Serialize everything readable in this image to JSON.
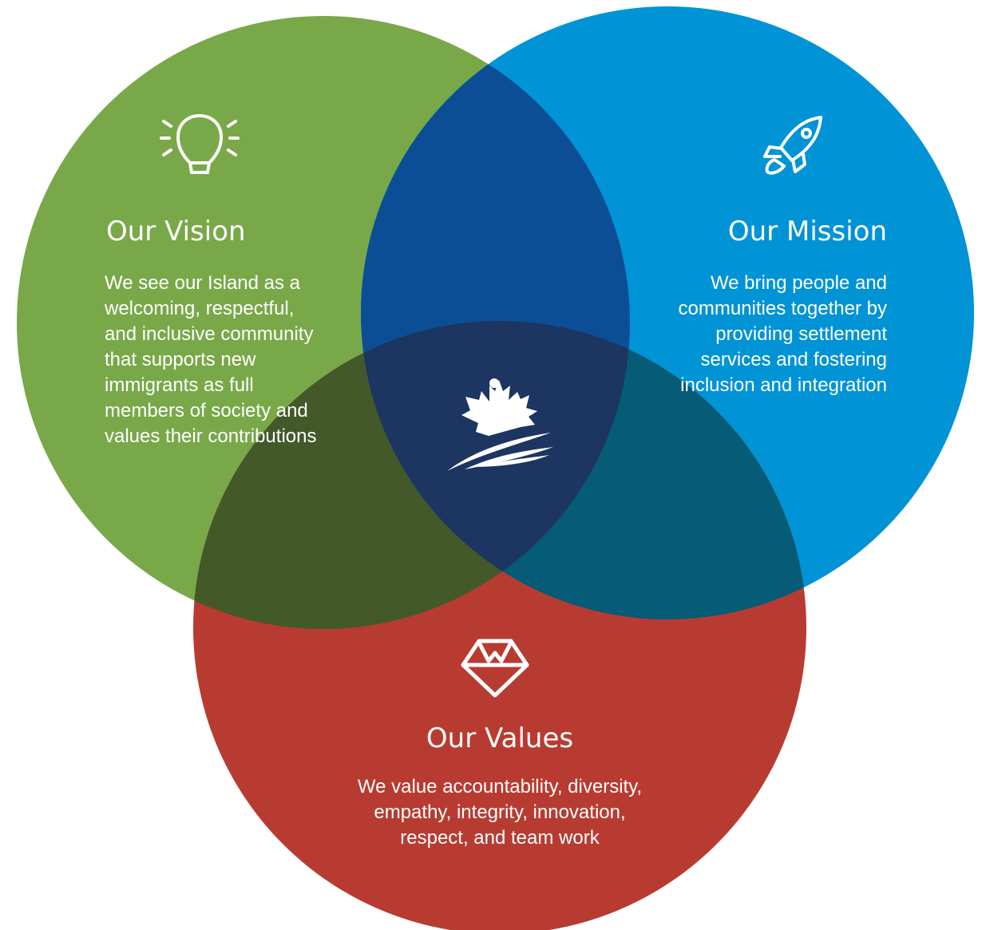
{
  "colors": {
    "vision_circle": "#79a849",
    "mission_circle": "#0093d5",
    "values_circle": "#b83b31",
    "vision_mission_overlap": "#0c4e96",
    "vision_values_overlap": "#43592a",
    "mission_values_overlap": "#065b77",
    "center_overlap": "#1c3561",
    "text": "#ffffff"
  },
  "vision": {
    "icon": "lightbulb-icon",
    "title": "Our Vision",
    "lines": [
      "We see our Island as a",
      "welcoming, respectful,",
      "and inclusive community",
      "that supports new",
      "immigrants as full",
      "members of society and",
      "values their contributions"
    ]
  },
  "mission": {
    "icon": "rocket-icon",
    "title": "Our Mission",
    "lines": [
      "We bring people and",
      "communities together by",
      "providing settlement",
      "services and fostering",
      "inclusion and integration"
    ]
  },
  "values": {
    "icon": "diamond-icon",
    "title": "Our Values",
    "lines": [
      "We value accountability, diversity,",
      "empathy, integrity, innovation,",
      "respect, and team work"
    ]
  },
  "center": {
    "icon": "maple-leaf-logo-icon"
  }
}
